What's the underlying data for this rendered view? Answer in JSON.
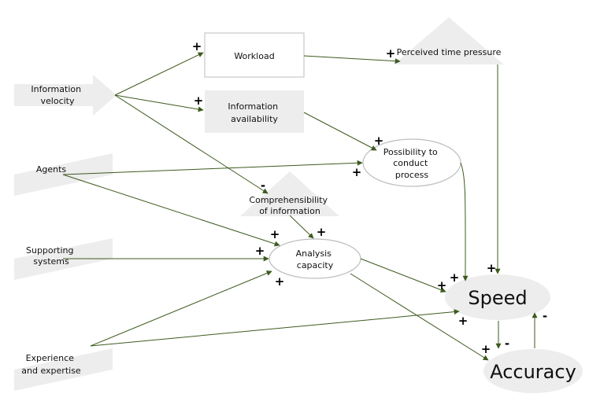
{
  "colors": {
    "edge": "#3d5a1e",
    "shape_fill": "#ededed",
    "box_stroke": "#c8c8c8",
    "ellipse_stroke": "#bdbdbd",
    "text": "#111111"
  },
  "nodes": {
    "information_velocity": [
      "Information",
      "velocity"
    ],
    "agents": "Agents",
    "supporting_systems": [
      "Supporting",
      "systems"
    ],
    "experience": [
      "Experience",
      "and expertise"
    ],
    "workload": "Workload",
    "information_availability": [
      "Information",
      "availability"
    ],
    "perceived_time_pressure": "Perceived time pressure",
    "possibility": [
      "Possibility to",
      "conduct",
      "process"
    ],
    "comprehensibility": [
      "Comprehensibility",
      "of information"
    ],
    "analysis_capacity": [
      "Analysis",
      "capacity"
    ],
    "speed": "Speed",
    "accuracy": "Accuracy"
  },
  "signs": {
    "plus": "+",
    "minus": "-"
  }
}
